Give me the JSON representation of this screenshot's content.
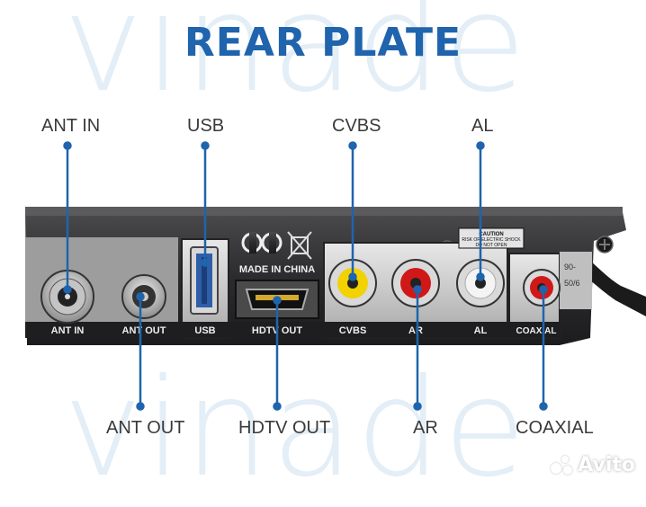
{
  "title": "REAR PLATE",
  "watermark": "vinade",
  "callouts": {
    "ant_in": "ANT IN",
    "usb": "USB",
    "cvbs": "CVBS",
    "al": "AL",
    "ant_out": "ANT OUT",
    "hdtv_out": "HDTV OUT",
    "ar": "AR",
    "coaxial": "COAXIAL"
  },
  "panel_labels": {
    "ant_in": "ANT IN",
    "ant_out": "ANT OUT",
    "usb": "USB",
    "hdtv_out": "HDTV OUT",
    "cvbs": "CVBS",
    "ar": "AR",
    "al": "AL",
    "coaxial": "COAXIAL",
    "made_in": "MADE IN CHINA",
    "ce": "CE",
    "caution_title": "CAUTION",
    "caution_line1": "RISK OF ELECTRIC SHOCK",
    "caution_line2": "DO NOT OPEN",
    "power_line1": "90-",
    "power_line2": "50/6"
  },
  "brand_mark": "Avito",
  "colors": {
    "title": "#1f64ad",
    "callout_line": "#1f64ad",
    "watermark": "#e3eef7",
    "panel": "#2a2a2c",
    "rca_yellow": "#f2d200",
    "rca_red": "#d01818",
    "rca_white": "#f4f4f4"
  }
}
